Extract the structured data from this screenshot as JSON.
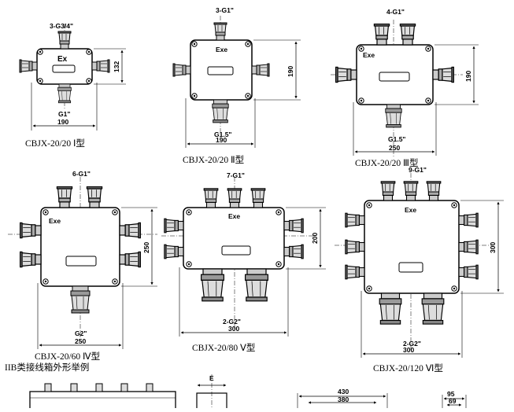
{
  "diagrams": [
    {
      "id": "I",
      "caption": "CBJX-20/20 Ⅰ型",
      "top_label": "3-G3/4\"",
      "bottom_label": "G1\"",
      "width_dim": "190",
      "height_dim": "132",
      "box_label": "Ex"
    },
    {
      "id": "II",
      "caption": "CBJX-20/20 Ⅱ型",
      "top_label": "3-G1\"",
      "bottom_label": "G1.5\"",
      "width_dim": "190",
      "height_dim": "190",
      "box_label": "Exe"
    },
    {
      "id": "III",
      "caption": "CBJX-20/20 Ⅲ型",
      "top_label": "4-G1\"",
      "bottom_label": "G1.5\"",
      "width_dim": "250",
      "height_dim": "190",
      "box_label": "Exe"
    },
    {
      "id": "IV",
      "caption": "CBJX-20/60 Ⅳ型",
      "top_label": "6-G1\"",
      "bottom_label": "G2\"",
      "width_dim": "250",
      "height_dim": "250",
      "box_label": "Exe"
    },
    {
      "id": "V",
      "caption": "CBJX-20/80 Ⅴ型",
      "top_label": "7-G1\"",
      "bottom_label": "2-G2\"",
      "width_dim": "300",
      "height_dim": "200",
      "box_label": "Exe"
    },
    {
      "id": "VI",
      "caption": "CBJX-20/120 Ⅵ型",
      "top_label": "9-G1\"",
      "bottom_label": "2-G2\"",
      "width_dim": "300",
      "height_dim": "300",
      "box_label": "Exe"
    }
  ],
  "footer_note": "IIB类接线箱外形举例",
  "bottom_partial": {
    "e_label": "E",
    "dim_430": "430",
    "dim_380": "380",
    "dim_95": "95",
    "dim_69": "69"
  }
}
